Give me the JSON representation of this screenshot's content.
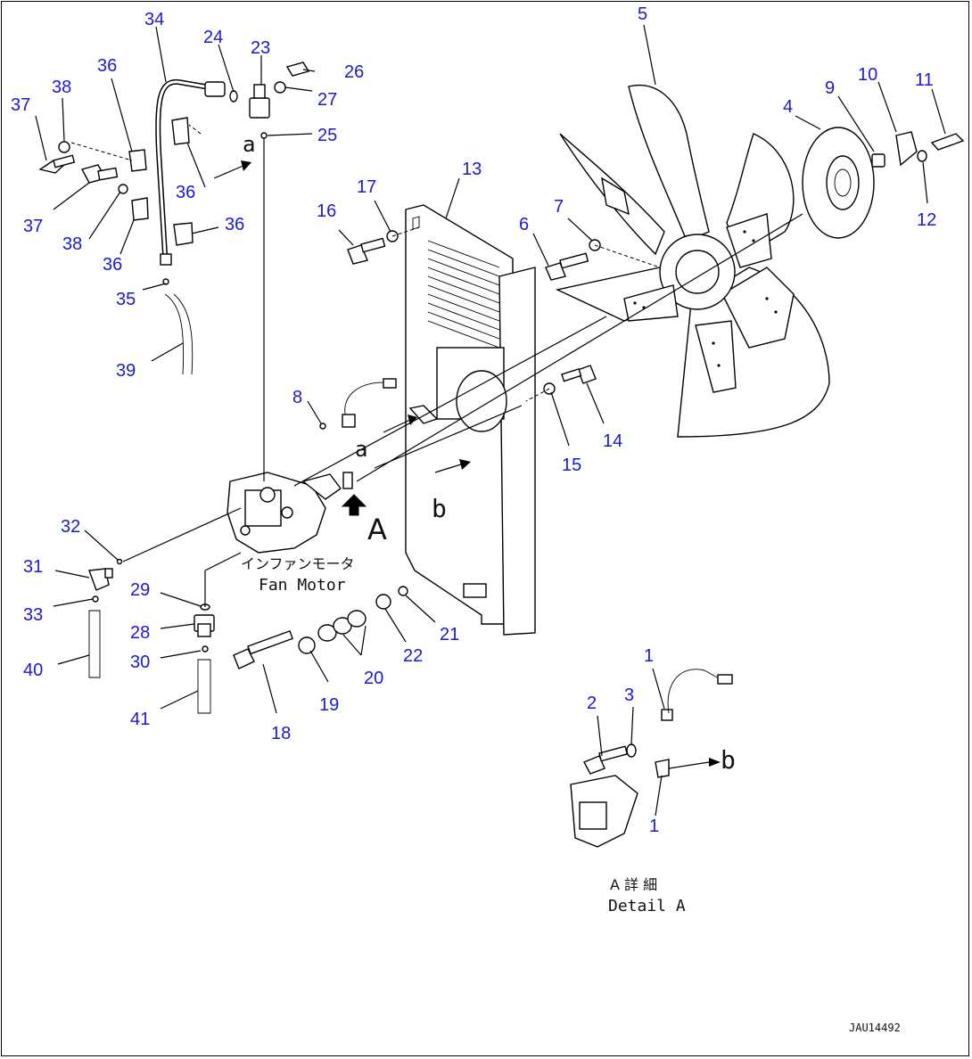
{
  "callouts": {
    "c1a": "1",
    "c1b": "1",
    "c2": "2",
    "c3": "3",
    "c4": "4",
    "c5": "5",
    "c6": "6",
    "c7": "7",
    "c8": "8",
    "c9": "9",
    "c10": "10",
    "c11": "11",
    "c12": "12",
    "c13": "13",
    "c14": "14",
    "c15": "15",
    "c16": "16",
    "c17": "17",
    "c18": "18",
    "c19": "19",
    "c20": "20",
    "c21": "21",
    "c22": "22",
    "c23": "23",
    "c24": "24",
    "c25": "25",
    "c26": "26",
    "c27": "27",
    "c28": "28",
    "c29": "29",
    "c30": "30",
    "c31": "31",
    "c32": "32",
    "c33": "33",
    "c34": "34",
    "c35": "35",
    "c36a": "36",
    "c36b": "36",
    "c36c": "36",
    "c36d": "36",
    "c37a": "37",
    "c37b": "37",
    "c38a": "38",
    "c38b": "38",
    "c39": "39",
    "c40": "40",
    "c41": "41"
  },
  "labels": {
    "fan_motor_jp": "インファンモータ",
    "fan_motor_en": "Fan Motor",
    "detail_a_jp": "A 詳 細",
    "detail_a_en": "Detail A",
    "view_a": "A",
    "ref_a1": "a",
    "ref_a2": "a",
    "ref_b1": "b",
    "ref_b2": "b",
    "drawing_code": "JAU14492"
  },
  "colors": {
    "callout": "#1a1ad6",
    "line": "#000000",
    "background": "#ffffff"
  }
}
